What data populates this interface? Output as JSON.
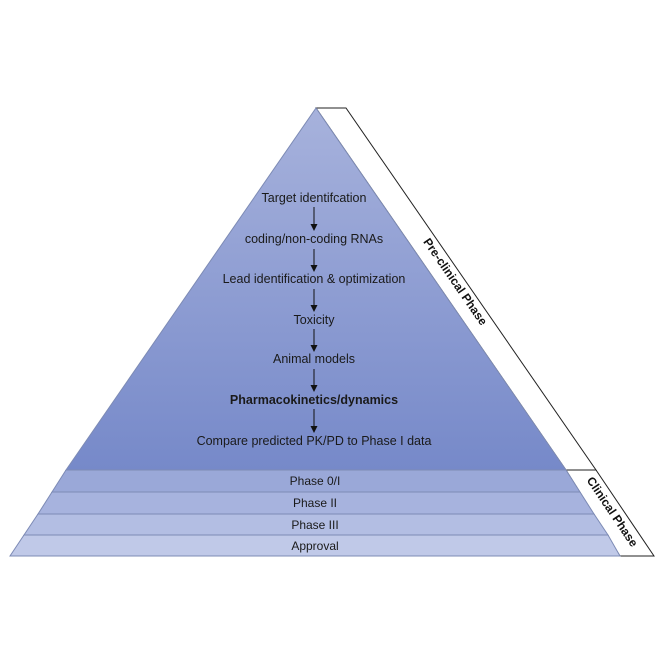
{
  "colors": {
    "pyramid_top": "#a7b2dc",
    "pyramid_bottom": "#7689c9",
    "band_1": "#9aa8d8",
    "band_2": "#a7b3de",
    "band_3": "#b3bee3",
    "band_4": "#c0c9e8",
    "outline": "#7d8bb5",
    "ribbon_stroke": "#222222"
  },
  "preclinical": {
    "label": "Pre-clinical Phase",
    "steps": [
      {
        "text": "Target identifcation",
        "bold": false
      },
      {
        "text": "coding/non-coding RNAs",
        "bold": false
      },
      {
        "text": "Lead identification & optimization",
        "bold": false
      },
      {
        "text": "Toxicity",
        "bold": false
      },
      {
        "text": "Animal models",
        "bold": false
      },
      {
        "text": "Pharmacokinetics/dynamics",
        "bold": true
      },
      {
        "text": "Compare predicted PK/PD to Phase I data",
        "bold": false
      }
    ]
  },
  "clinical": {
    "label": "Clinical Phase",
    "bands": [
      {
        "text": "Phase 0/I"
      },
      {
        "text": "Phase II"
      },
      {
        "text": "Phase III"
      },
      {
        "text": "Approval"
      }
    ]
  }
}
